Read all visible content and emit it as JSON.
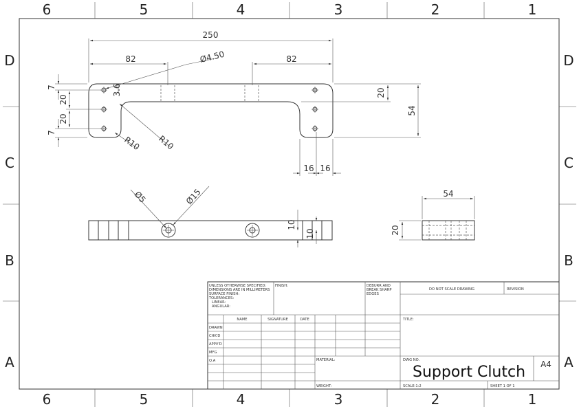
{
  "zones": {
    "columns": [
      "6",
      "5",
      "4",
      "3",
      "2",
      "1"
    ],
    "rows": [
      "D",
      "C",
      "B",
      "A"
    ]
  },
  "top_view": {
    "overall_length": "250",
    "left_offset": "82",
    "right_offset": "82",
    "hole_dia": "Ø4.50",
    "edge_7_top": "7",
    "pitch_20_a": "20",
    "pitch_20_b": "20",
    "edge_7_bottom": "7",
    "center_offset": "3.6",
    "radius_a": "R10",
    "radius_b": "R10",
    "right_height_20": "20",
    "overall_height": "54",
    "leg_width_a": "16",
    "leg_width_b": "16"
  },
  "front_view": {
    "bore_dia": "Ø5",
    "cbore_dia": "Ø15",
    "thickness_a": "10",
    "thickness_b": "10"
  },
  "side_view": {
    "width": "54",
    "height": "20"
  },
  "title_block": {
    "tolerance_note_1": "UNLESS OTHERWISE SPECIFIED:",
    "tolerance_note_2": "DIMENSIONS ARE IN MILLIMETERS",
    "tolerance_note_3": "SURFACE FINISH:",
    "tolerance_note_4": "TOLERANCES:",
    "tolerance_note_5": "LINEAR:",
    "tolerance_note_6": "ANGULAR:",
    "finish_label": "FINISH:",
    "deburr_1": "DEBURR AND",
    "deburr_2": "BREAK SHARP",
    "deburr_3": "EDGES",
    "no_scale": "DO NOT SCALE DRAWING",
    "revision": "REVISION",
    "hdr_name": "NAME",
    "hdr_signature": "SIGNATURE",
    "hdr_date": "DATE",
    "row_drawn": "DRAWN",
    "row_chkd": "CHK'D",
    "row_appvd": "APPV'D",
    "row_mfg": "MFG",
    "row_qa": "Q.A",
    "title_label": "TITLE:",
    "material_label": "MATERIAL:",
    "weight_label": "WEIGHT:",
    "dwg_no_label": "DWG NO.",
    "drawing_title": "Support Clutch",
    "sheet_size": "A4",
    "scale": "SCALE:1:2",
    "sheet": "SHEET 1 OF 1"
  }
}
